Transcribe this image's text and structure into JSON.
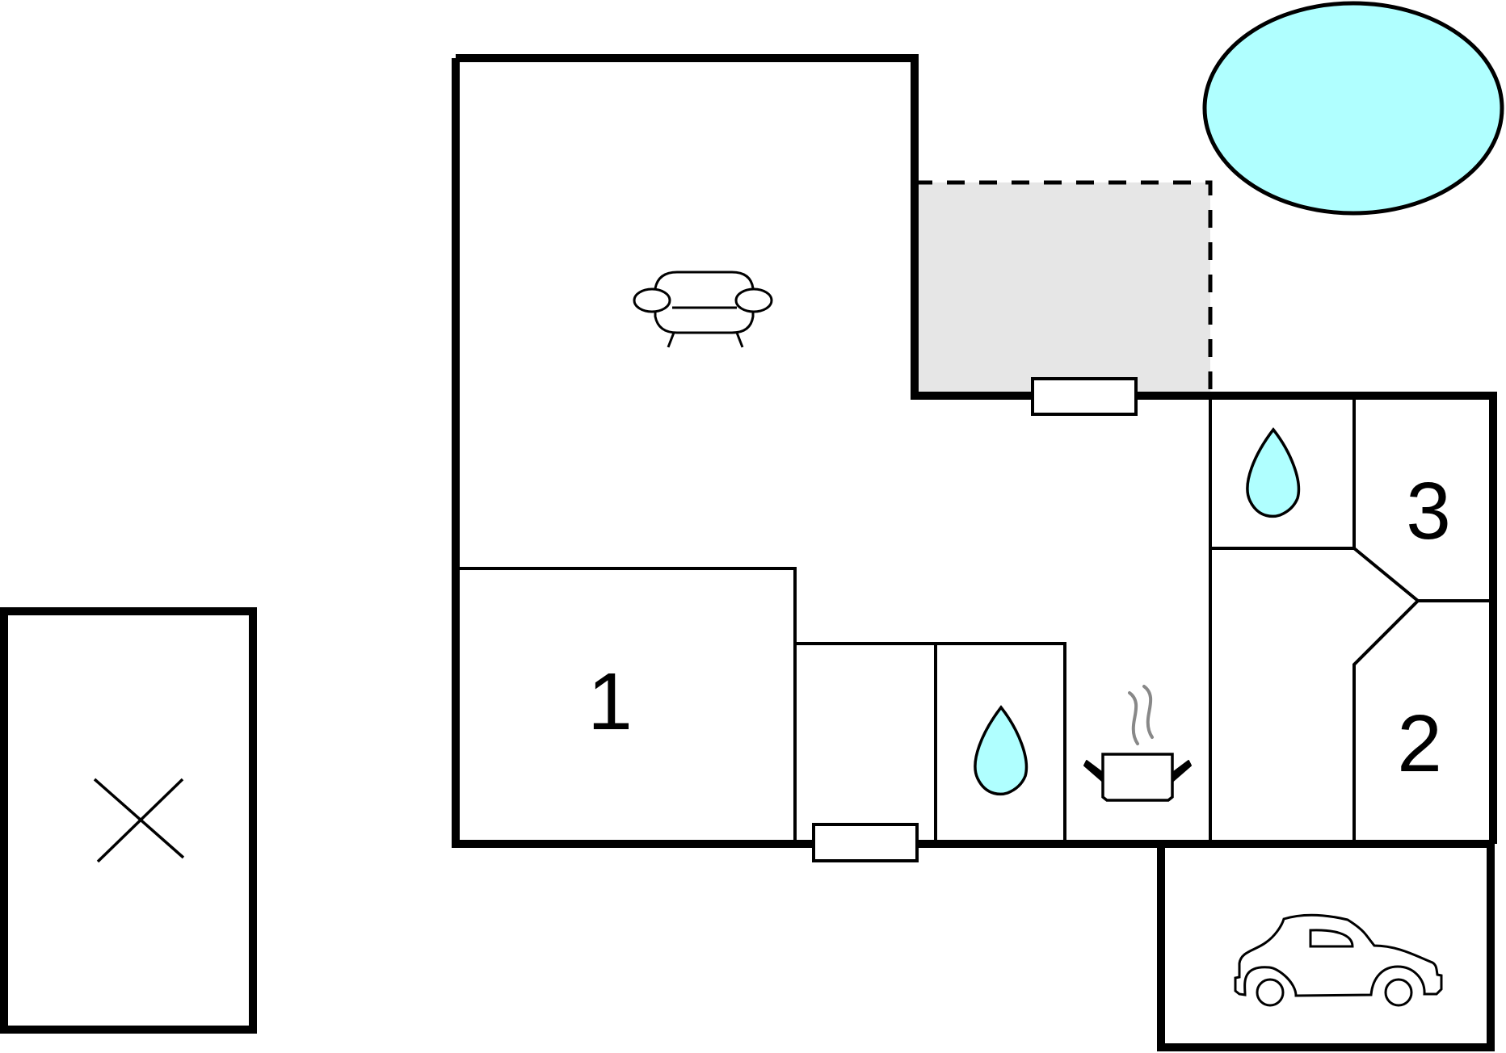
{
  "rooms": {
    "bedroom_1": {
      "label": "1"
    },
    "bedroom_2": {
      "label": "2"
    },
    "bedroom_3": {
      "label": "3"
    }
  },
  "icons": {
    "living": "sofa-icon",
    "bathroom": "water-drop-icon",
    "kitchen": "cooking-pot-icon",
    "garage": "car-icon",
    "outbuilding": "cross-mark-icon"
  },
  "colors": {
    "wall": "#000000",
    "pool": "#b0ffff",
    "terrace": "#e6e6e6",
    "water_drop": "#b0ffff",
    "steam": "#888888"
  }
}
